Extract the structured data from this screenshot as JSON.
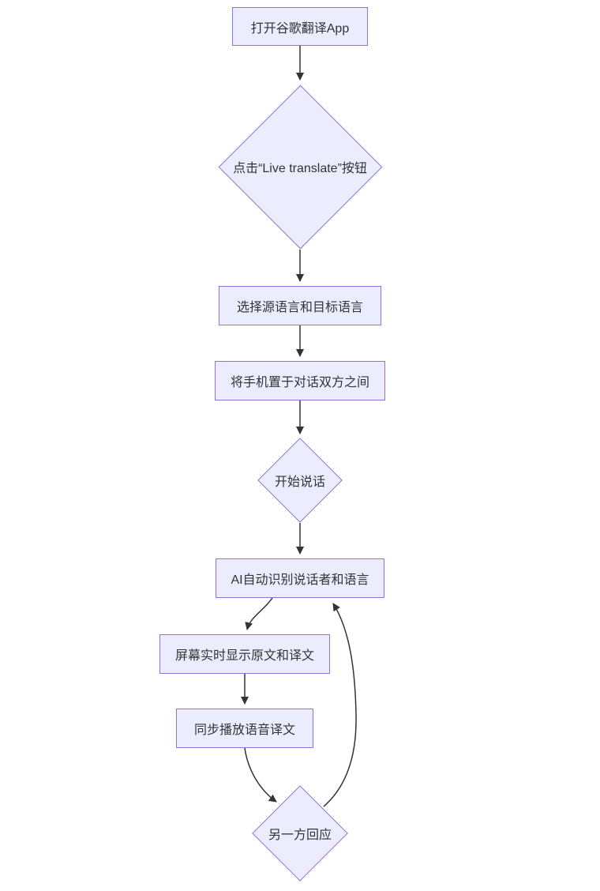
{
  "diagram": {
    "type": "flowchart",
    "direction": "top-down",
    "colors": {
      "background": "#ffffff",
      "node_fill": "#ECECFF",
      "node_border": "#9370DB",
      "text": "#333333",
      "edge": "#333333",
      "arrowhead": "#333333"
    },
    "nodes": [
      {
        "id": "open-app",
        "shape": "rectangle",
        "label": "打开谷歌翻译App"
      },
      {
        "id": "click-live-translate",
        "shape": "diamond",
        "label": "点击“Live translate”按钮"
      },
      {
        "id": "select-languages",
        "shape": "rectangle",
        "label": "选择源语言和目标语言"
      },
      {
        "id": "place-phone",
        "shape": "rectangle",
        "label": "将手机置于对话双方之间"
      },
      {
        "id": "start-speaking",
        "shape": "diamond",
        "label": "开始说话"
      },
      {
        "id": "ai-recognize",
        "shape": "rectangle",
        "label": "AI自动识别说话者和语言"
      },
      {
        "id": "screen-display",
        "shape": "rectangle",
        "label": "屏幕实时显示原文和译文"
      },
      {
        "id": "play-audio",
        "shape": "rectangle",
        "label": "同步播放语音译文"
      },
      {
        "id": "other-respond",
        "shape": "diamond",
        "label": "另一方回应"
      }
    ],
    "edges": [
      {
        "from": "open-app",
        "to": "click-live-translate"
      },
      {
        "from": "click-live-translate",
        "to": "select-languages"
      },
      {
        "from": "select-languages",
        "to": "place-phone"
      },
      {
        "from": "place-phone",
        "to": "start-speaking"
      },
      {
        "from": "start-speaking",
        "to": "ai-recognize"
      },
      {
        "from": "ai-recognize",
        "to": "screen-display"
      },
      {
        "from": "screen-display",
        "to": "play-audio"
      },
      {
        "from": "play-audio",
        "to": "other-respond"
      },
      {
        "from": "other-respond",
        "to": "ai-recognize"
      }
    ]
  }
}
